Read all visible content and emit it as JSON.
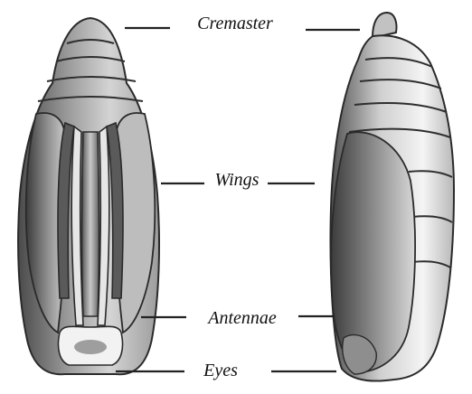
{
  "labels": {
    "cremaster": "Cremaster",
    "wings": "Wings",
    "antennae": "Antennae",
    "eyes": "Eyes"
  },
  "colors": {
    "background": "#ffffff",
    "leader_lines": "#222222",
    "pupa_dark": "#3a3a3a",
    "pupa_light": "#f2f2f2"
  },
  "views": [
    "ventral-view",
    "lateral-view"
  ]
}
